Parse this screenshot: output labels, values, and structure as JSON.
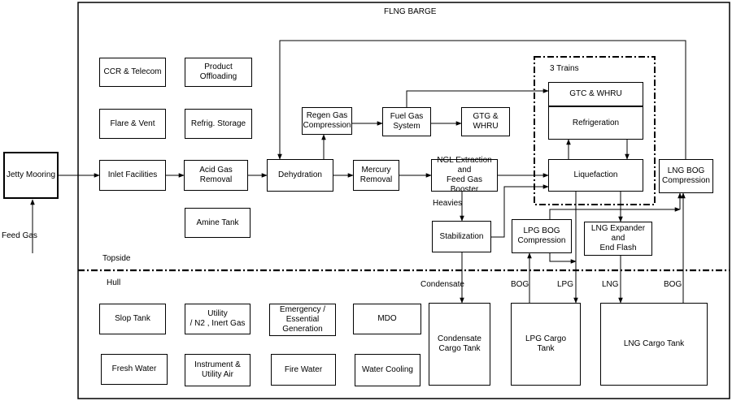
{
  "barge_title": "FLNG BARGE",
  "trains_label": "3 Trains",
  "sections": {
    "topside": "Topside",
    "hull": "Hull"
  },
  "inputs": {
    "feed_gas": "Feed Gas"
  },
  "stream_labels": {
    "heavies": "Heavies",
    "condensate": "Condensate",
    "bog_lpg": "BOG",
    "lpg": "LPG",
    "lng": "LNG",
    "bog_lng": "BOG"
  },
  "boxes": {
    "jetty_mooring": "Jetty Mooring",
    "ccr_telecom": "CCR & Telecom",
    "product_offloading": "Product\nOffloading",
    "flare_vent": "Flare & Vent",
    "refrig_storage": "Refrig. Storage",
    "inlet_facilities": "Inlet Facilities",
    "acid_gas_removal": "Acid Gas Removal",
    "amine_tank": "Amine Tank",
    "dehydration": "Dehydration",
    "regen_gas_compression": "Regen Gas\nCompression",
    "fuel_gas_system": "Fuel Gas\nSystem",
    "gtg_whru": "GTG &\nWHRU",
    "mercury_removal": "Mercury\nRemoval",
    "ngl_extraction": "NGL Extraction and\nFeed Gas Booster",
    "gtc_whru": "GTC & WHRU",
    "refrigeration": "Refrigeration",
    "liquefaction": "Liquefaction",
    "lng_bog_compression": "LNG BOG\nCompression",
    "stabilization": "Stabilization",
    "lpg_bog_compression": "LPG BOG\nCompression",
    "lng_expander": "LNG Expander and\nEnd Flash",
    "slop_tank": "Slop Tank",
    "utility_n2": "Utility\n/ N2 , Inert Gas",
    "emergency_generation": "Emergency /\nEssential\nGeneration",
    "mdo": "MDO",
    "condensate_cargo_tank": "Condensate\nCargo Tank",
    "lpg_cargo_tank": "LPG Cargo\nTank",
    "lng_cargo_tank": "LNG Cargo Tank",
    "fresh_water": "Fresh Water",
    "instrument_utility_air": "Instrument &\nUtility Air",
    "fire_water": "Fire Water",
    "water_cooling": "Water Cooling"
  }
}
